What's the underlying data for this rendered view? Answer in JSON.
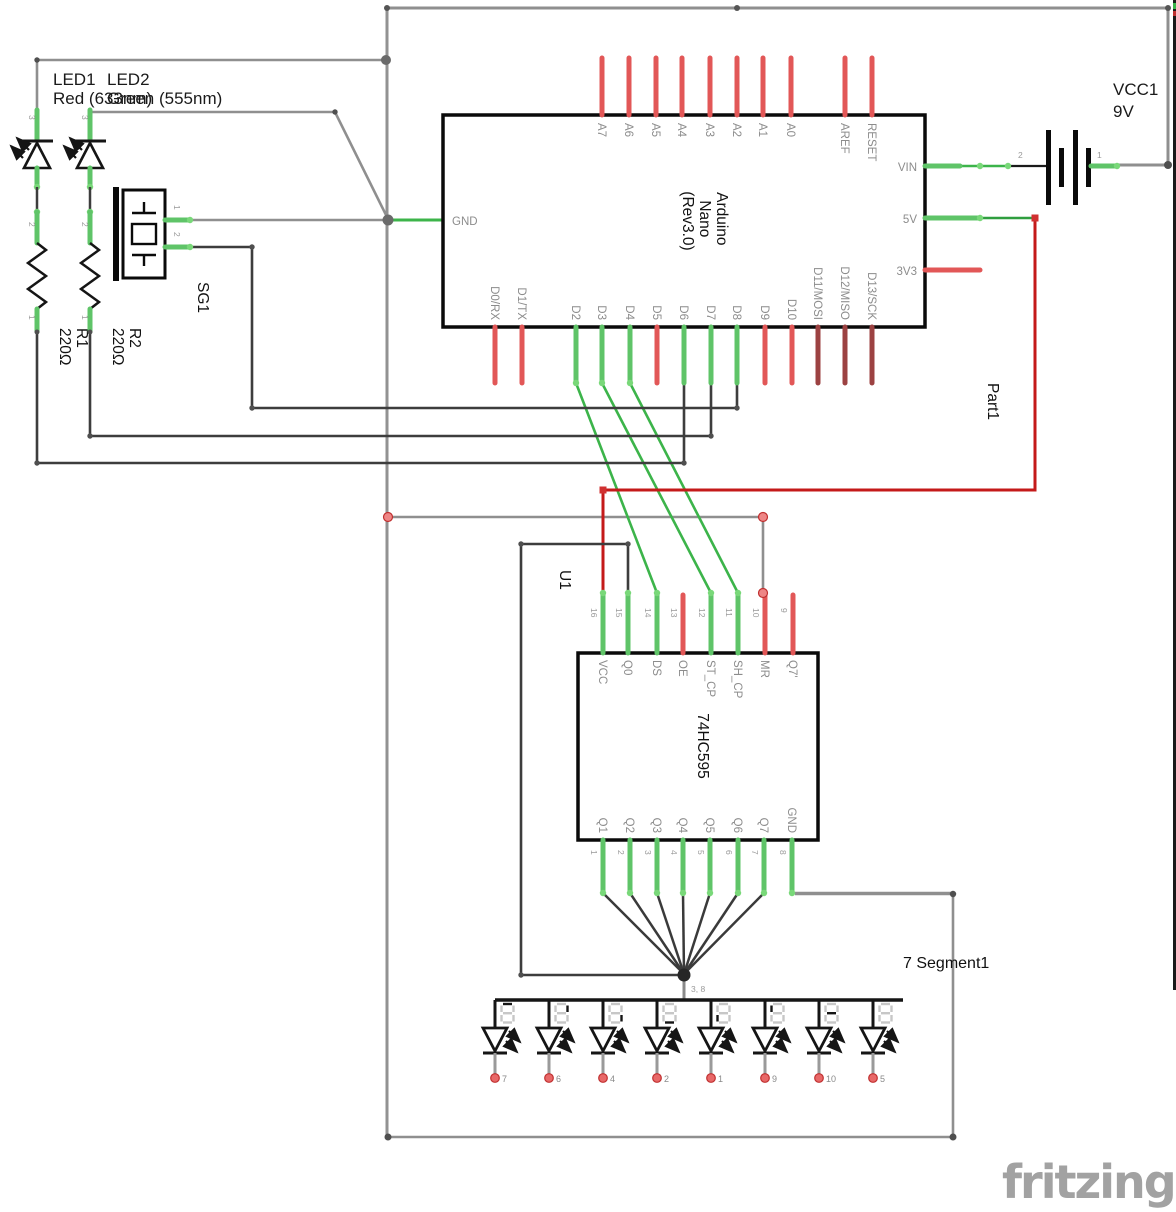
{
  "schematic": {
    "arduino": {
      "name_lines": [
        "Arduino",
        "Nano",
        "(Rev3.0)"
      ],
      "top_pins": [
        "A7",
        "A6",
        "A5",
        "A4",
        "A3",
        "A2",
        "A1",
        "A0",
        "AREF",
        "RESET"
      ],
      "bottom_pins": [
        {
          "label": "D0/RX",
          "color": "red"
        },
        {
          "label": "D1/TX",
          "color": "red"
        },
        {
          "label": "D2",
          "color": "green"
        },
        {
          "label": "D3",
          "color": "green"
        },
        {
          "label": "D4",
          "color": "green"
        },
        {
          "label": "D5",
          "color": "red"
        },
        {
          "label": "D6",
          "color": "green"
        },
        {
          "label": "D7",
          "color": "green"
        },
        {
          "label": "D8",
          "color": "green"
        },
        {
          "label": "D9",
          "color": "red"
        },
        {
          "label": "D10",
          "color": "red"
        },
        {
          "label": "D11/MOSI",
          "color": "darkred"
        },
        {
          "label": "D12/MISO",
          "color": "darkred"
        },
        {
          "label": "D13/SCK",
          "color": "darkred"
        }
      ],
      "left_pin": "GND",
      "right_pins": [
        "VIN",
        "5V",
        "3V3"
      ]
    },
    "battery": {
      "ref": "VCC1",
      "value": "9V",
      "pin_right": "1",
      "pin_left": "2"
    },
    "led1": {
      "ref": "LED1",
      "value": "Red (633nm)",
      "top_pin": "3"
    },
    "led2": {
      "ref": "LED2",
      "value": "Green (555nm)",
      "top_pin": "3"
    },
    "r1": {
      "ref": "R1",
      "value": "220Ω",
      "pin_top": "2",
      "pin_bottom": "1"
    },
    "r2": {
      "ref": "R2",
      "value": "220Ω",
      "pin_top": "2",
      "pin_bottom": "1"
    },
    "buzzer": {
      "ref": "SG1",
      "pin1": "1",
      "pin2": "2"
    },
    "shift_register": {
      "ref": "U1",
      "part": "74HC595",
      "top_pins": [
        {
          "num": "16",
          "label": "VCC",
          "color": "green"
        },
        {
          "num": "15",
          "label": "Q0",
          "color": "green"
        },
        {
          "num": "14",
          "label": "DS",
          "color": "green"
        },
        {
          "num": "13",
          "label": "OE",
          "color": "red"
        },
        {
          "num": "12",
          "label": "ST_CP",
          "color": "green"
        },
        {
          "num": "11",
          "label": "SH_CP",
          "color": "green"
        },
        {
          "num": "10",
          "label": "MR",
          "color": "red"
        },
        {
          "num": "9",
          "label": "Q7'",
          "color": "red"
        }
      ],
      "bottom_pins": [
        {
          "num": "1",
          "label": "Q1"
        },
        {
          "num": "2",
          "label": "Q2"
        },
        {
          "num": "3",
          "label": "Q3"
        },
        {
          "num": "4",
          "label": "Q4"
        },
        {
          "num": "5",
          "label": "Q5"
        },
        {
          "num": "6",
          "label": "Q6"
        },
        {
          "num": "7",
          "label": "Q7"
        },
        {
          "num": "8",
          "label": "GND"
        }
      ]
    },
    "part1_label": "Part1",
    "seven_segment": {
      "ref": "7 Segment1",
      "common_pins": "3, 8",
      "cells": [
        {
          "pin": "7",
          "segment": "a"
        },
        {
          "pin": "6",
          "segment": "b"
        },
        {
          "pin": "4",
          "segment": "c"
        },
        {
          "pin": "2",
          "segment": "d"
        },
        {
          "pin": "1",
          "segment": "e"
        },
        {
          "pin": "9",
          "segment": "f"
        },
        {
          "pin": "10",
          "segment": "g"
        },
        {
          "pin": "5",
          "segment": "dp"
        }
      ]
    },
    "watermark": "fritzing",
    "colors": {
      "wire_green": "#3cb44a",
      "wire_gray": "#8f8f8f",
      "wire_black": "#3d3d3d",
      "wire_red": "#c41a1a",
      "stub_green": "#5fc468",
      "stub_red": "#e25757",
      "stub_darkred": "#9c4242",
      "pin_text": "#8c8c8c"
    }
  }
}
